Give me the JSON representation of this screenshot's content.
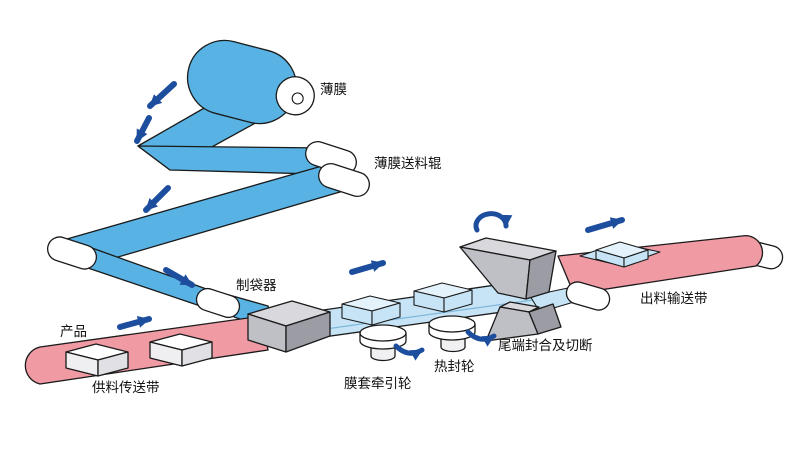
{
  "diagram": {
    "labels": {
      "film": "薄膜",
      "film_feed_roller": "薄膜送料辊",
      "bag_former": "制袋器",
      "product": "产品",
      "infeed_conveyor": "供料传送带",
      "film_traction_wheel": "膜套牵引轮",
      "heat_seal_wheel": "热封轮",
      "end_seal_and_cut": "尾端封合及切断",
      "outfeed_conveyor": "出料输送带"
    },
    "colors": {
      "film": "#58b3e4",
      "film_light": "#c6e4f5",
      "film_lighter": "#e4f2fb",
      "conveyor": "#f09aa4",
      "machine_light": "#d9d9dd",
      "machine_mid": "#bfbfc6",
      "machine_dark": "#9b9ca4",
      "roller": "#ffffff",
      "arrow": "#1d4e9e",
      "outline": "#1a1a1a",
      "background": "#ffffff"
    }
  }
}
